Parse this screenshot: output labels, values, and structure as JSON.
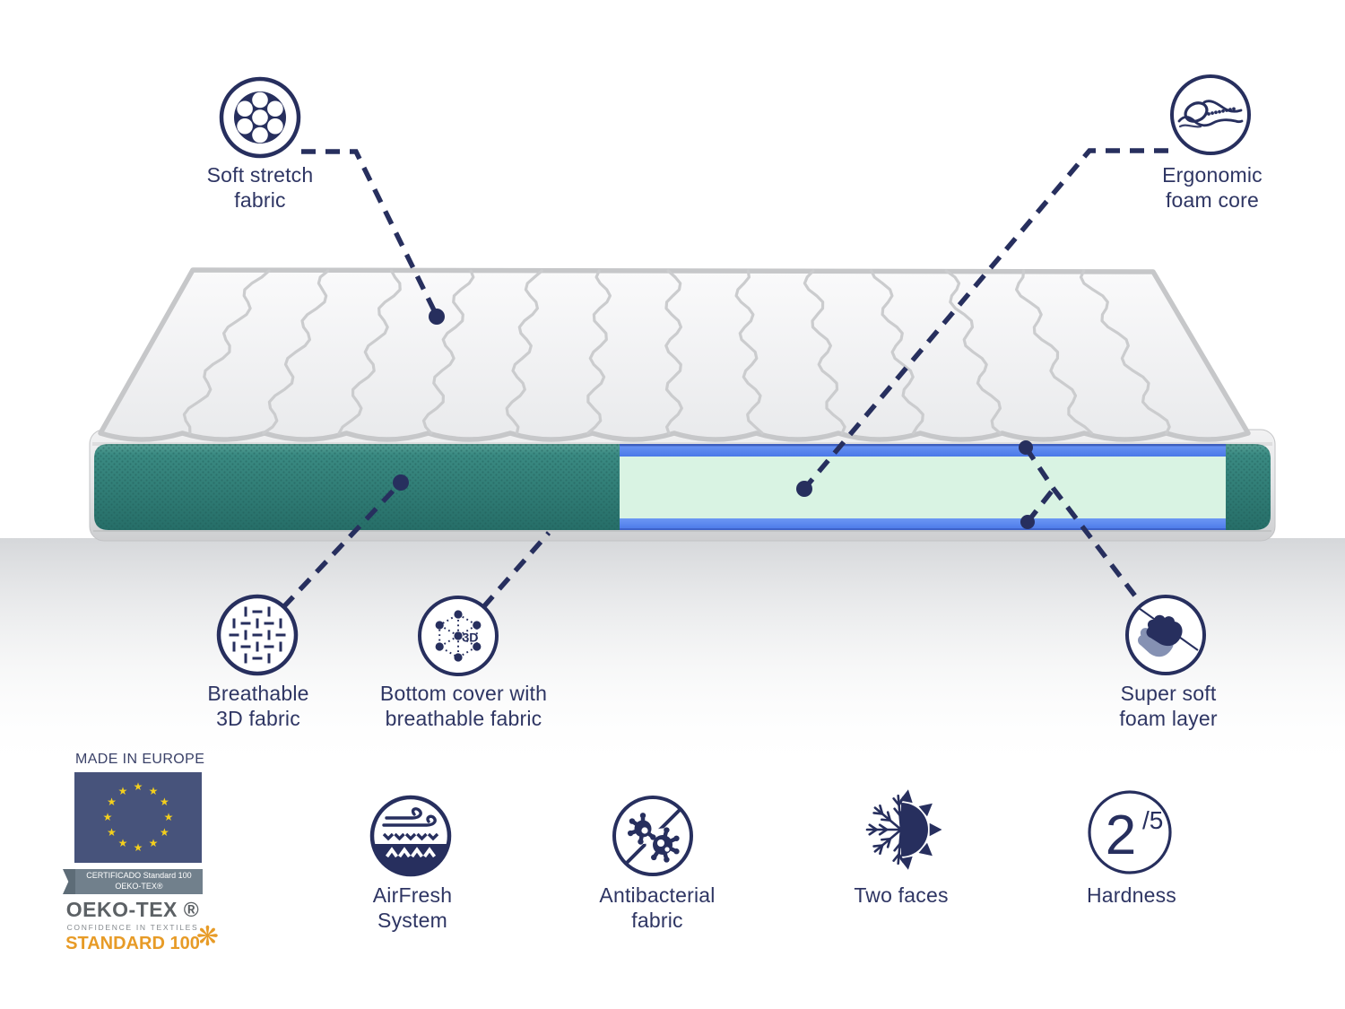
{
  "colors": {
    "navy": "#272F5E",
    "textNavy": "#2E3563",
    "teal": "#35837C",
    "tealDark": "#23645F",
    "tealLight": "#5CA89D",
    "mint": "#D9F3E3",
    "blue": "#5C8CF2",
    "blueDark": "#3B63CF",
    "pipingDark": "#C6C7C9",
    "quiltLine": "#CBCCCE",
    "wash": "#D7D9DC",
    "flagBlue": "#47537B",
    "starYellow": "#F3CF1D",
    "ribbonGrey": "#71808C",
    "ribbonTail": "#5D6C77",
    "oekoGrey": "#5C6165",
    "oekoSubGrey": "#84898D",
    "orange": "#E79B27",
    "handLight": "#8591B3"
  },
  "callouts": {
    "soft_stretch": {
      "label": "Soft stretch\nfabric"
    },
    "ergonomic": {
      "label": "Ergonomic\nfoam core"
    },
    "breathable": {
      "label": "Breathable\n3D fabric"
    },
    "bottom_cover": {
      "label": "Bottom cover with\nbreathable fabric",
      "icon_text": "3D"
    },
    "super_soft": {
      "label": "Super soft\nfoam layer"
    }
  },
  "features": {
    "airfresh": {
      "label": "AirFresh\nSystem"
    },
    "antibacterial": {
      "label": "Antibacterial\nfabric"
    },
    "two_faces": {
      "label": "Two faces"
    },
    "hardness": {
      "label": "Hardness",
      "value": "2",
      "scale": "/5"
    }
  },
  "certifications": {
    "made_in": "MADE IN EUROPE",
    "ribbon_line1": "CERTIFICADO Standard 100",
    "ribbon_line2": "OEKO-TEX®",
    "brand": "OEKO-TEX ®",
    "sub": "CONFIDENCE IN TEXTILES",
    "standard": "STANDARD 100",
    "flower": "❋"
  }
}
